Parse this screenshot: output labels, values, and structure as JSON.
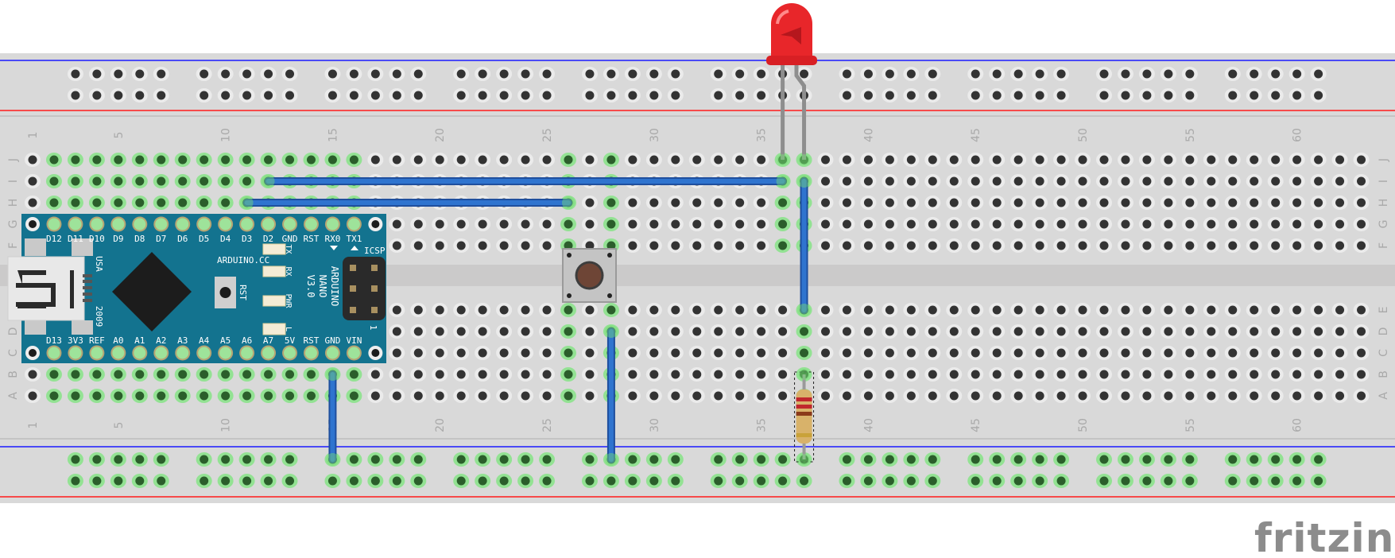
{
  "breadboard": {
    "columns": 63,
    "column_numbers": [
      "1",
      "5",
      "10",
      "15",
      "20",
      "25",
      "30",
      "35",
      "40",
      "45",
      "50",
      "55",
      "60"
    ],
    "row_letters_top": [
      "J",
      "I",
      "H",
      "G",
      "F"
    ],
    "row_letters_bottom": [
      "E",
      "D",
      "C",
      "B",
      "A"
    ],
    "colors": {
      "board": "#d9d9d9",
      "channel": "#cbcaca",
      "rail_blue": "#1a1aff",
      "rail_red": "#ff1a1a",
      "hole": "#333333",
      "hole_connected": "#2b5e2b",
      "ring_connected": "#93e293"
    }
  },
  "nano": {
    "top_pins": [
      "D12",
      "D11",
      "D10",
      "D9",
      "D8",
      "D7",
      "D6",
      "D5",
      "D4",
      "D3",
      "D2",
      "GND",
      "RST",
      "RX0",
      "TX1"
    ],
    "bottom_pins": [
      "D13",
      "3V3",
      "REF",
      "A0",
      "A1",
      "A2",
      "A3",
      "A4",
      "A5",
      "A6",
      "A7",
      "5V",
      "RST",
      "GND",
      "VIN"
    ],
    "brand": "ARDUINO.CC",
    "country": "USA",
    "year": "2009",
    "model_lines": [
      "ARDUINO",
      "NANO",
      "V3.0"
    ],
    "icsp": "ICSP",
    "icsp_pin1": "1",
    "reset_label": "RST",
    "leds": [
      "TX",
      "RX",
      "PWR",
      "L"
    ],
    "color": "#13738f"
  },
  "wires": [
    {
      "from": {
        "row": "I",
        "col": 12
      },
      "to": {
        "row": "I",
        "col": 36
      }
    },
    {
      "from": {
        "row": "H",
        "col": 11
      },
      "to": {
        "row": "H",
        "col": 26
      }
    },
    {
      "from": {
        "row": "I",
        "col": 37
      },
      "to": {
        "row": "E",
        "col": 37
      }
    },
    {
      "from": {
        "row": "B",
        "col": 15
      },
      "to": {
        "row": "rail",
        "col": 15
      }
    },
    {
      "from": {
        "row": "D",
        "col": 28
      },
      "to": {
        "row": "rail",
        "col": 28
      }
    }
  ],
  "wire_color": "#2f74cf",
  "led": {
    "color": "#e8262a",
    "anode_col": 36,
    "cathode_col": 37
  },
  "resistor": {
    "col": 37,
    "bands": [
      "#c0272d",
      "#c0272d",
      "#8b3a1a",
      "#c9a23a"
    ],
    "body": "#d8b26a"
  },
  "pushbutton": {
    "cols": [
      26,
      28
    ],
    "cap": "#6e4536"
  },
  "connected_columns": {
    "top": [
      2,
      3,
      4,
      5,
      6,
      7,
      8,
      9,
      10,
      11,
      12,
      13,
      14,
      15,
      16,
      26,
      28,
      36,
      37
    ],
    "bottom": [
      2,
      3,
      4,
      5,
      6,
      7,
      8,
      9,
      10,
      11,
      12,
      13,
      14,
      15,
      16,
      26,
      28,
      37
    ]
  },
  "logo": "fritzing"
}
